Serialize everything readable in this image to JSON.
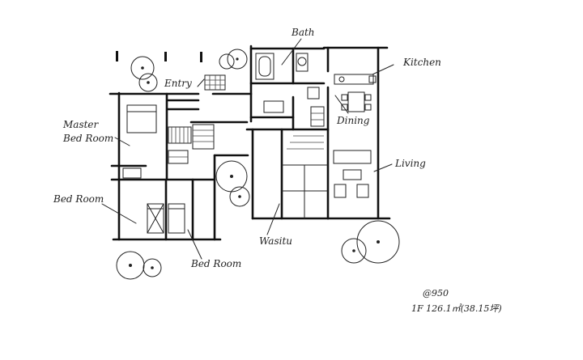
{
  "rooms": {
    "bath": "Bath",
    "kitchen": "Kitchen",
    "entry": "Entry",
    "master": "Master",
    "master_sub": "Bed Room",
    "dining": "Dining",
    "living": "Living",
    "bedroom_left": "Bed Room",
    "bedroom_bottom": "Bed Room",
    "wasitu": "Wasitu"
  },
  "notes": {
    "code": "@950",
    "area": "1F 126.1㎡(38.15坪)"
  }
}
